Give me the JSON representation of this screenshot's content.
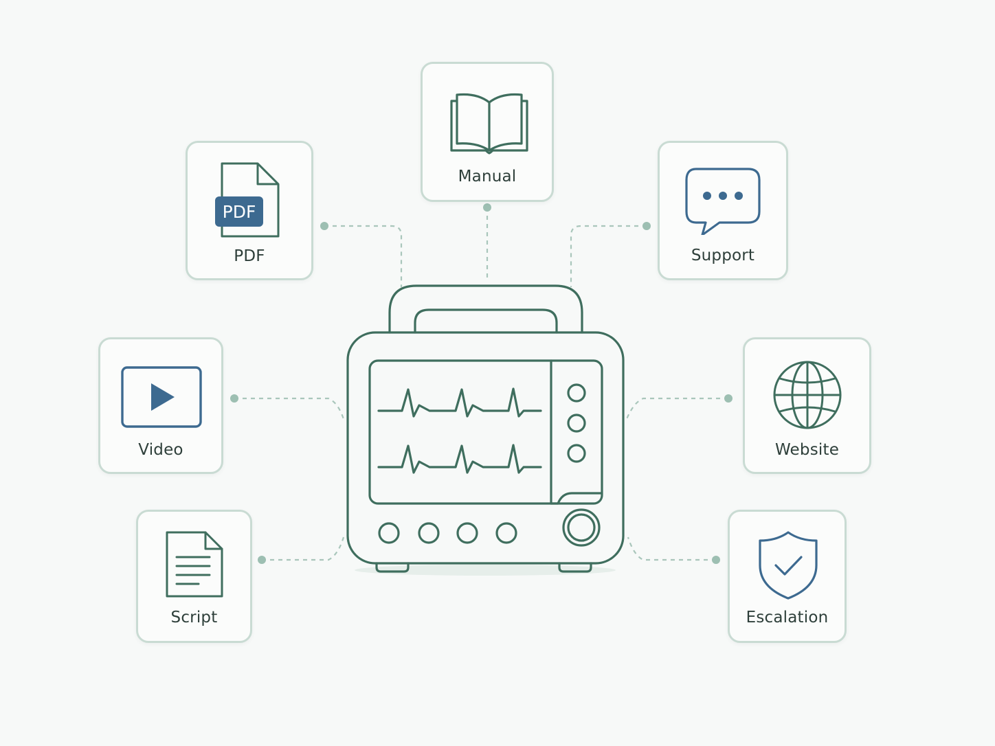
{
  "nodes": {
    "manual": {
      "label": "Manual",
      "icon": "open-book-icon"
    },
    "pdf": {
      "label": "PDF",
      "icon": "pdf-file-icon",
      "badge": "PDF"
    },
    "support": {
      "label": "Support",
      "icon": "chat-bubble-icon"
    },
    "video": {
      "label": "Video",
      "icon": "play-video-icon"
    },
    "website": {
      "label": "Website",
      "icon": "globe-icon"
    },
    "script": {
      "label": "Script",
      "icon": "document-lines-icon"
    },
    "escalation": {
      "label": "Escalation",
      "icon": "shield-check-icon"
    }
  },
  "center": {
    "icon": "patient-monitor-icon"
  },
  "colors": {
    "green_stroke": "#3f6e5e",
    "blue_accent": "#3d6a90",
    "card_border": "#c9dbd3",
    "connector": "#a9c6bb",
    "background": "#f7f9f8"
  }
}
